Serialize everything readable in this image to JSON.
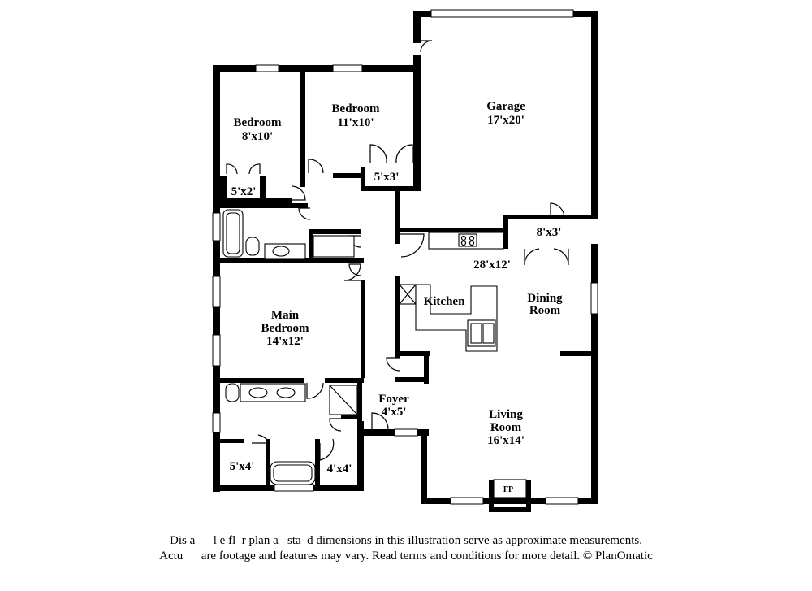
{
  "rooms": {
    "bedroom_a": {
      "name": "Bedroom",
      "size": "8'x10'"
    },
    "bedroom_b": {
      "name": "Bedroom",
      "size": "11'x10'"
    },
    "garage": {
      "name": "Garage",
      "size": "17'x20'"
    },
    "closet_5x2": "5'x2'",
    "closet_5x3": "5'x3'",
    "pantry_8x3": "8'x3'",
    "kitchen_size": "28'x12'",
    "kitchen": "Kitchen",
    "dining": {
      "line1": "Dining",
      "line2": "Room"
    },
    "main_bedroom": {
      "line1": "Main",
      "line2": "Bedroom",
      "size": "14'x12'"
    },
    "foyer": {
      "name": "Foyer",
      "size": "4'x5'"
    },
    "living": {
      "line1": "Living",
      "line2": "Room",
      "size": "16'x14'"
    },
    "closet_5x4": "5'x4'",
    "closet_4x4": "4'x4'",
    "fireplace": "FP"
  },
  "disclaimer": {
    "line1": "Dis a      l e fl  r plan a   sta  d dimensions in this illustration serve as approximate measurements.",
    "line2": "Actu      are footage and features may vary. Read terms and conditions for more detail. © PlanOmatic"
  },
  "colors": {
    "wall": "#000000",
    "background": "#ffffff"
  }
}
